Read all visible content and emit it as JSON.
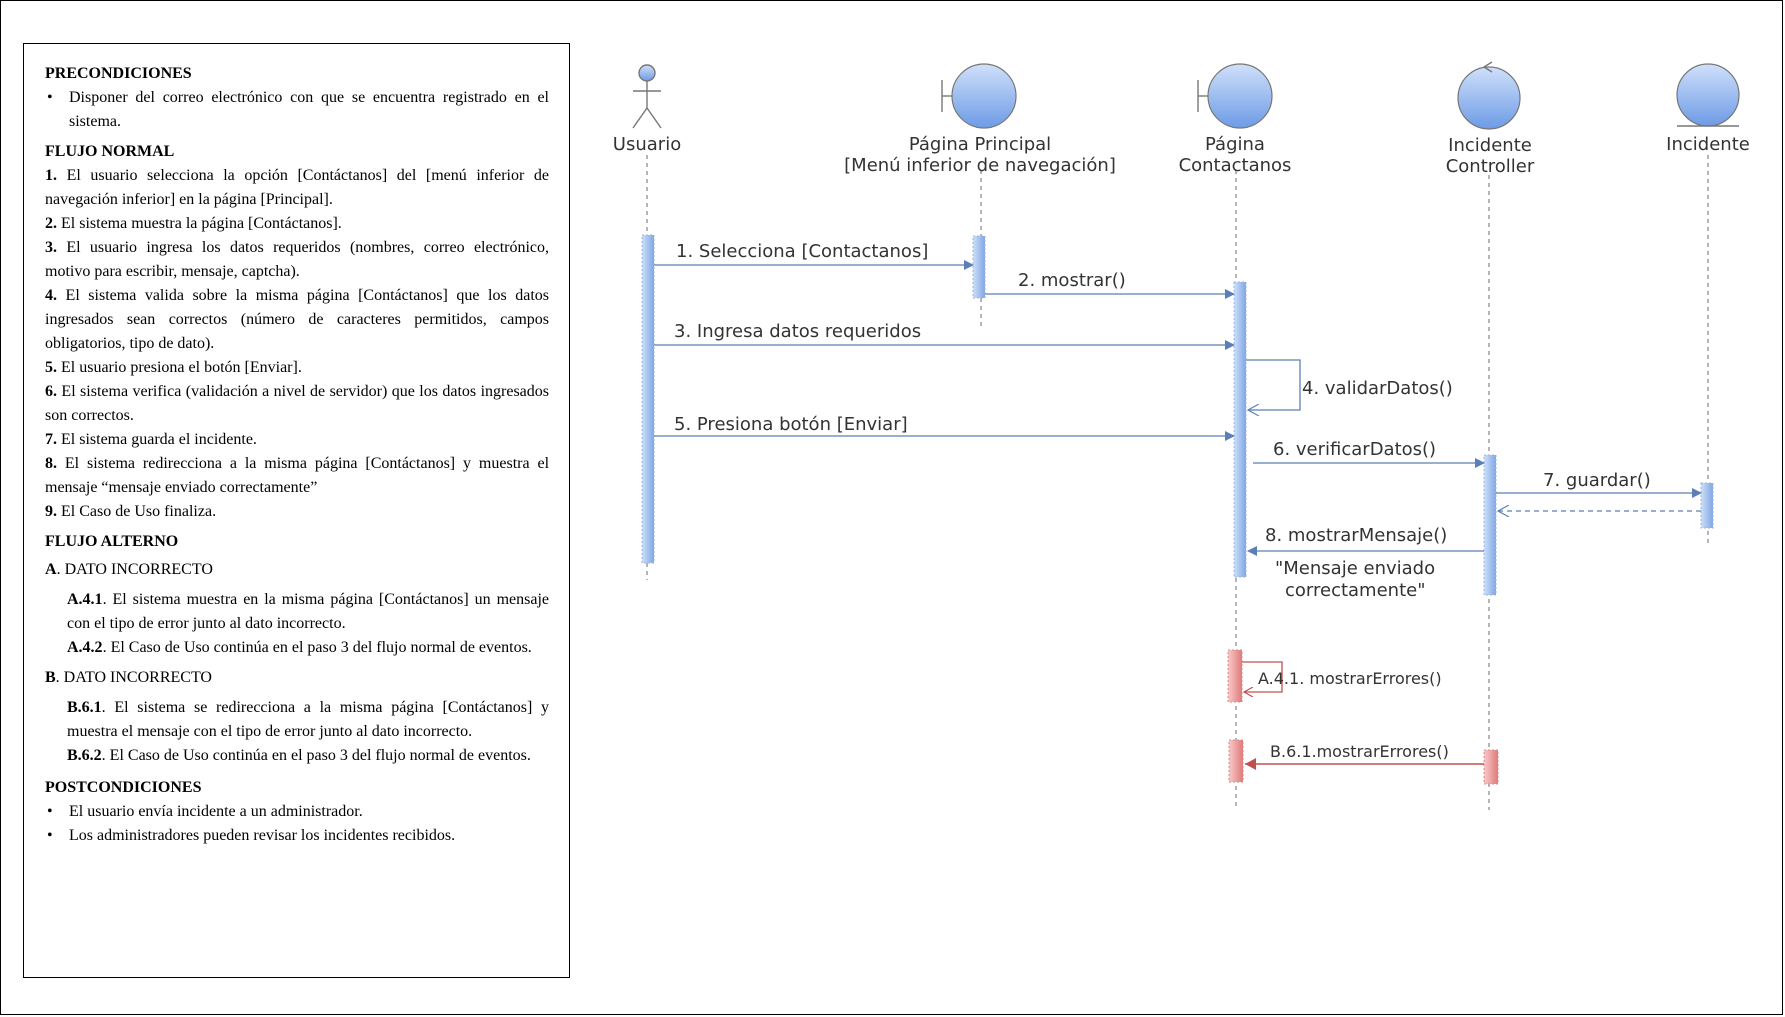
{
  "preconditions": {
    "title": "PRECONDICIONES",
    "items": [
      "Disponer del correo electrónico con que se encuentra registrado en el sistema."
    ]
  },
  "normal_flow": {
    "title": "FLUJO NORMAL",
    "steps": [
      {
        "num": "1.",
        "text": "El usuario selecciona la opción [Contáctanos] del [menú inferior de navegación inferior] en la página [Principal]."
      },
      {
        "num": "2.",
        "text": "El sistema muestra la página [Contáctanos]."
      },
      {
        "num": "3.",
        "text": "El usuario ingresa los datos requeridos (nombres, correo electrónico, motivo para escribir, mensaje, captcha)."
      },
      {
        "num": "4.",
        "text": "El sistema valida sobre la misma página [Contáctanos] que los datos ingresados sean correctos (número de caracteres permitidos, campos obligatorios, tipo de dato)."
      },
      {
        "num": "5.",
        "text": "El usuario presiona el botón [Enviar]."
      },
      {
        "num": "6.",
        "text": "El sistema verifica (validación a nivel de servidor) que los datos ingresados son correctos."
      },
      {
        "num": "7.",
        "text": "El sistema guarda el incidente."
      },
      {
        "num": "8.",
        "text": "El sistema redirecciona a la misma página [Contáctanos] y muestra el mensaje “mensaje enviado correctamente”"
      },
      {
        "num": "9.",
        "text": "El Caso de Uso finaliza."
      }
    ]
  },
  "alternate_flow": {
    "title": "FLUJO ALTERNO",
    "a": {
      "letter": "A",
      "name": ". DATO INCORRECTO",
      "items": [
        {
          "code": "A.4.1",
          "text": ". El sistema muestra en la misma página [Contáctanos] un mensaje con el tipo de error junto al dato incorrecto."
        },
        {
          "code": "A.4.2",
          "text": ". El Caso de Uso continúa en el paso 3 del flujo normal de eventos."
        }
      ]
    },
    "b": {
      "letter": "B",
      "name": ". DATO INCORRECTO",
      "items": [
        {
          "code": "B.6.1",
          "text": ". El sistema se redirecciona a la misma página [Contáctanos] y muestra el mensaje con el tipo de error junto al dato incorrecto."
        },
        {
          "code": "B.6.2",
          "text": ". El Caso de Uso continúa en el paso 3 del flujo normal de eventos."
        }
      ]
    }
  },
  "postconditions": {
    "title": "POSTCONDICIONES",
    "items": [
      "El usuario envía incidente a un administrador.",
      "Los administradores pueden revisar los incidentes recibidos."
    ]
  },
  "bullet_char": "•",
  "diagram": {
    "lifelines": {
      "usuario": "Usuario",
      "pagina_principal_1": "Página Principal",
      "pagina_principal_2": "[Menú inferior de navegación]",
      "pagina_contactanos_1": "Página",
      "pagina_contactanos_2": "Contactanos",
      "controller_1": "Incidente",
      "controller_2": "Controller",
      "entity": "Incidente"
    },
    "messages": {
      "m1": "1. Selecciona [Contactanos]",
      "m2": "2. mostrar()",
      "m3": "3. Ingresa datos requeridos",
      "m4": "4. validarDatos()",
      "m5": "5. Presiona botón [Enviar]",
      "m6": "6. verificarDatos()",
      "m7": "7. guardar()",
      "m8": "8. mostrarMensaje()",
      "m8_note_1": "\"Mensaje enviado",
      "m8_note_2": "correctamente\"",
      "ma": "A.4.1. mostrarErrores()",
      "mb": "B.6.1.mostrarErrores()"
    },
    "colors": {
      "line": "#5b7fb8",
      "activation": "#a9c4ec",
      "error": "#c0504d",
      "error_fill": "#f0a0a0"
    }
  }
}
